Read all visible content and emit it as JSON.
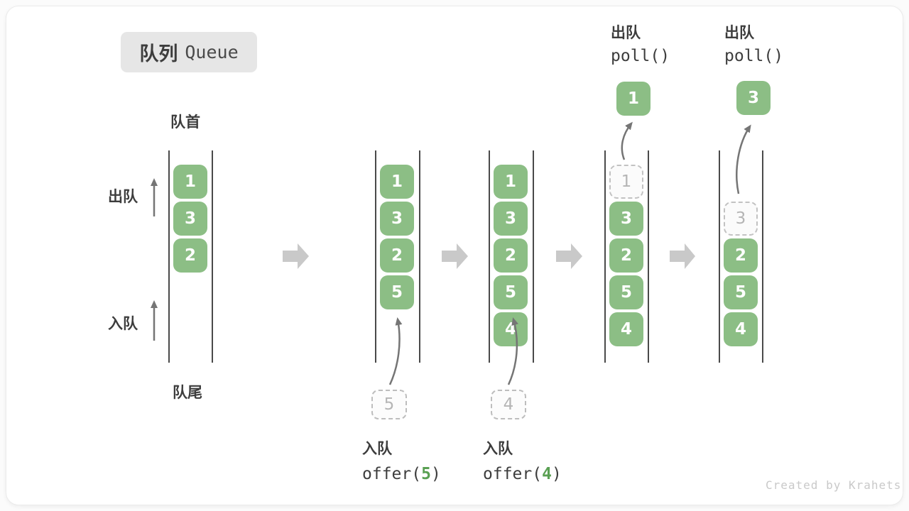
{
  "title": {
    "zh": "队列",
    "en": "Queue"
  },
  "labels": {
    "front": "队首",
    "rear": "队尾",
    "dequeue": "出队",
    "enqueue": "入队"
  },
  "columns": [
    {
      "slots": [
        {
          "style": "solid",
          "value": "1"
        },
        {
          "style": "solid",
          "value": "3"
        },
        {
          "style": "solid",
          "value": "2"
        }
      ]
    },
    {
      "slots": [
        {
          "style": "solid",
          "value": "1"
        },
        {
          "style": "solid",
          "value": "3"
        },
        {
          "style": "solid",
          "value": "2"
        },
        {
          "style": "solid",
          "value": "5"
        }
      ],
      "incoming": "5",
      "caption": {
        "label": "入队",
        "code_prefix": "offer(",
        "code_arg": "5",
        "code_suffix": ")"
      }
    },
    {
      "slots": [
        {
          "style": "solid",
          "value": "1"
        },
        {
          "style": "solid",
          "value": "3"
        },
        {
          "style": "solid",
          "value": "2"
        },
        {
          "style": "solid",
          "value": "5"
        },
        {
          "style": "solid",
          "value": "4"
        }
      ],
      "incoming": "4",
      "caption": {
        "label": "入队",
        "code_prefix": "offer(",
        "code_arg": "4",
        "code_suffix": ")"
      }
    },
    {
      "slots": [
        {
          "style": "dashed",
          "value": "1"
        },
        {
          "style": "solid",
          "value": "3"
        },
        {
          "style": "solid",
          "value": "2"
        },
        {
          "style": "solid",
          "value": "5"
        },
        {
          "style": "solid",
          "value": "4"
        }
      ],
      "outgoing": "1",
      "caption_top": {
        "label": "出队",
        "code": "poll()"
      }
    },
    {
      "slots": [
        {
          "style": "dashed",
          "value": "3"
        },
        {
          "style": "solid",
          "value": "2"
        },
        {
          "style": "solid",
          "value": "5"
        },
        {
          "style": "solid",
          "value": "4"
        }
      ],
      "outgoing": "3",
      "caption_top": {
        "label": "出队",
        "code": "poll()"
      }
    }
  ],
  "icons": {
    "step-arrow-icon": "solid right block arrow ➡",
    "up-arrow-icon": "thin up arrow ↑",
    "curve-arrow-icon": "curved transfer arrow"
  },
  "colors": {
    "item_green": "#8CBE85",
    "item_text": "#ffffff",
    "code_arg_green": "#5AA053",
    "dashed_border": "#c2c2c2",
    "dashed_text": "#b5b5b5",
    "queue_wall": "#4a4a4a",
    "text_dark": "#3d3d3d",
    "block_arrow_gray": "#c9c9c9",
    "thin_arrow_gray": "#757575",
    "title_bg": "#e6e6e6",
    "watermark_gray": "#c9c9c9"
  },
  "watermark": "Created by Krahets"
}
